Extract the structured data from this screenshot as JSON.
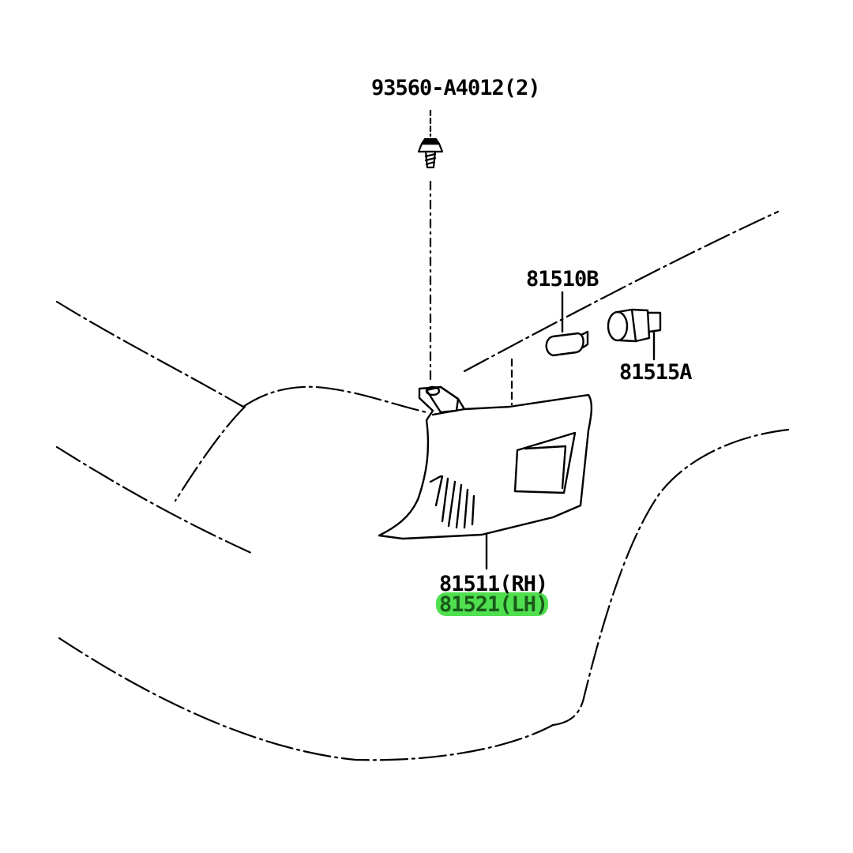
{
  "diagram": {
    "part_labels": {
      "screw": "93560-A4012(2)",
      "bulb": "81510B",
      "socket": "81515A",
      "lamp_rh": "81511(RH)",
      "lamp_lh": "81521(LH)"
    },
    "highlight_color": "#3cdc3c",
    "line_color": "#000000"
  }
}
